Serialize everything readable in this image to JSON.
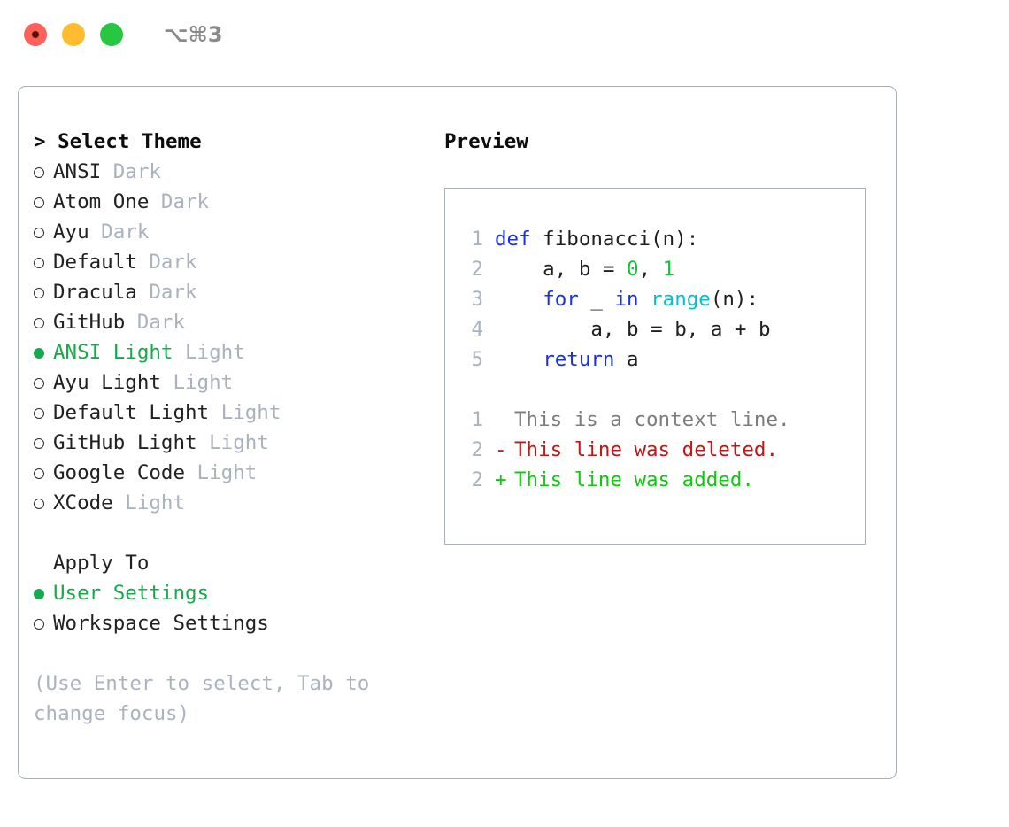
{
  "titlebar": {
    "lights": [
      {
        "name": "close-button",
        "color": "#fd6157"
      },
      {
        "name": "minimize-button",
        "color": "#febc2e"
      },
      {
        "name": "maximize-button",
        "color": "#25c840"
      }
    ],
    "shortcut": "⌥⌘3"
  },
  "theme_panel": {
    "heading": "> Select Theme",
    "themes": [
      {
        "selected": false,
        "bullet": "○",
        "label": "ANSI",
        "suffix": "Dark"
      },
      {
        "selected": false,
        "bullet": "○",
        "label": "Atom One",
        "suffix": "Dark"
      },
      {
        "selected": false,
        "bullet": "○",
        "label": "Ayu",
        "suffix": "Dark"
      },
      {
        "selected": false,
        "bullet": "○",
        "label": "Default",
        "suffix": "Dark"
      },
      {
        "selected": false,
        "bullet": "○",
        "label": "Dracula",
        "suffix": "Dark"
      },
      {
        "selected": false,
        "bullet": "○",
        "label": "GitHub",
        "suffix": "Dark"
      },
      {
        "selected": true,
        "bullet": "●",
        "label": "ANSI Light",
        "suffix": "Light"
      },
      {
        "selected": false,
        "bullet": "○",
        "label": "Ayu Light",
        "suffix": "Light"
      },
      {
        "selected": false,
        "bullet": "○",
        "label": "Default Light",
        "suffix": "Light"
      },
      {
        "selected": false,
        "bullet": "○",
        "label": "GitHub Light",
        "suffix": "Light"
      },
      {
        "selected": false,
        "bullet": "○",
        "label": "Google Code",
        "suffix": "Light"
      },
      {
        "selected": false,
        "bullet": "○",
        "label": "XCode",
        "suffix": "Light"
      }
    ],
    "apply_to": {
      "title": "Apply To",
      "options": [
        {
          "selected": true,
          "label": "User Settings"
        },
        {
          "selected": false,
          "label": "Workspace Settings"
        }
      ]
    },
    "hint": "(Use Enter to select, Tab to change focus)"
  },
  "preview": {
    "heading": "Preview",
    "code_lines": [
      {
        "no": "1",
        "tokens": [
          {
            "t": "def",
            "c": "kw"
          },
          {
            "t": " fibonacci(n):",
            "c": "plain"
          }
        ]
      },
      {
        "no": "2",
        "tokens": [
          {
            "t": "    a, b = ",
            "c": "plain"
          },
          {
            "t": "0",
            "c": "num"
          },
          {
            "t": ", ",
            "c": "plain"
          },
          {
            "t": "1",
            "c": "num"
          }
        ]
      },
      {
        "no": "3",
        "tokens": [
          {
            "t": "    ",
            "c": "plain"
          },
          {
            "t": "for",
            "c": "kw"
          },
          {
            "t": " _ ",
            "c": "plain"
          },
          {
            "t": "in",
            "c": "kw"
          },
          {
            "t": " ",
            "c": "plain"
          },
          {
            "t": "range",
            "c": "fn"
          },
          {
            "t": "(n):",
            "c": "plain"
          }
        ]
      },
      {
        "no": "4",
        "tokens": [
          {
            "t": "        a, b = b, a + b",
            "c": "plain"
          }
        ]
      },
      {
        "no": "5",
        "tokens": [
          {
            "t": "    ",
            "c": "plain"
          },
          {
            "t": "return",
            "c": "kw"
          },
          {
            "t": " a",
            "c": "plain"
          }
        ]
      }
    ],
    "diff_lines": [
      {
        "no": "1",
        "mark": " ",
        "text": "This is a context line.",
        "kind": "ctx"
      },
      {
        "no": "2",
        "mark": "-",
        "text": "This line was deleted.",
        "kind": "del"
      },
      {
        "no": "2",
        "mark": "+",
        "text": "This line was added.",
        "kind": "add"
      }
    ]
  },
  "colors": {
    "accent_green": "#17a94a",
    "muted": "#a9b2bd",
    "border": "#a6b0bd",
    "keyword_blue": "#1930e8",
    "function_cyan": "#00c2cf",
    "number_green": "#17c13c",
    "diff_delete_red": "#c41616",
    "diff_add_green": "#12c712",
    "diff_context_gray": "#7c7c7c"
  }
}
